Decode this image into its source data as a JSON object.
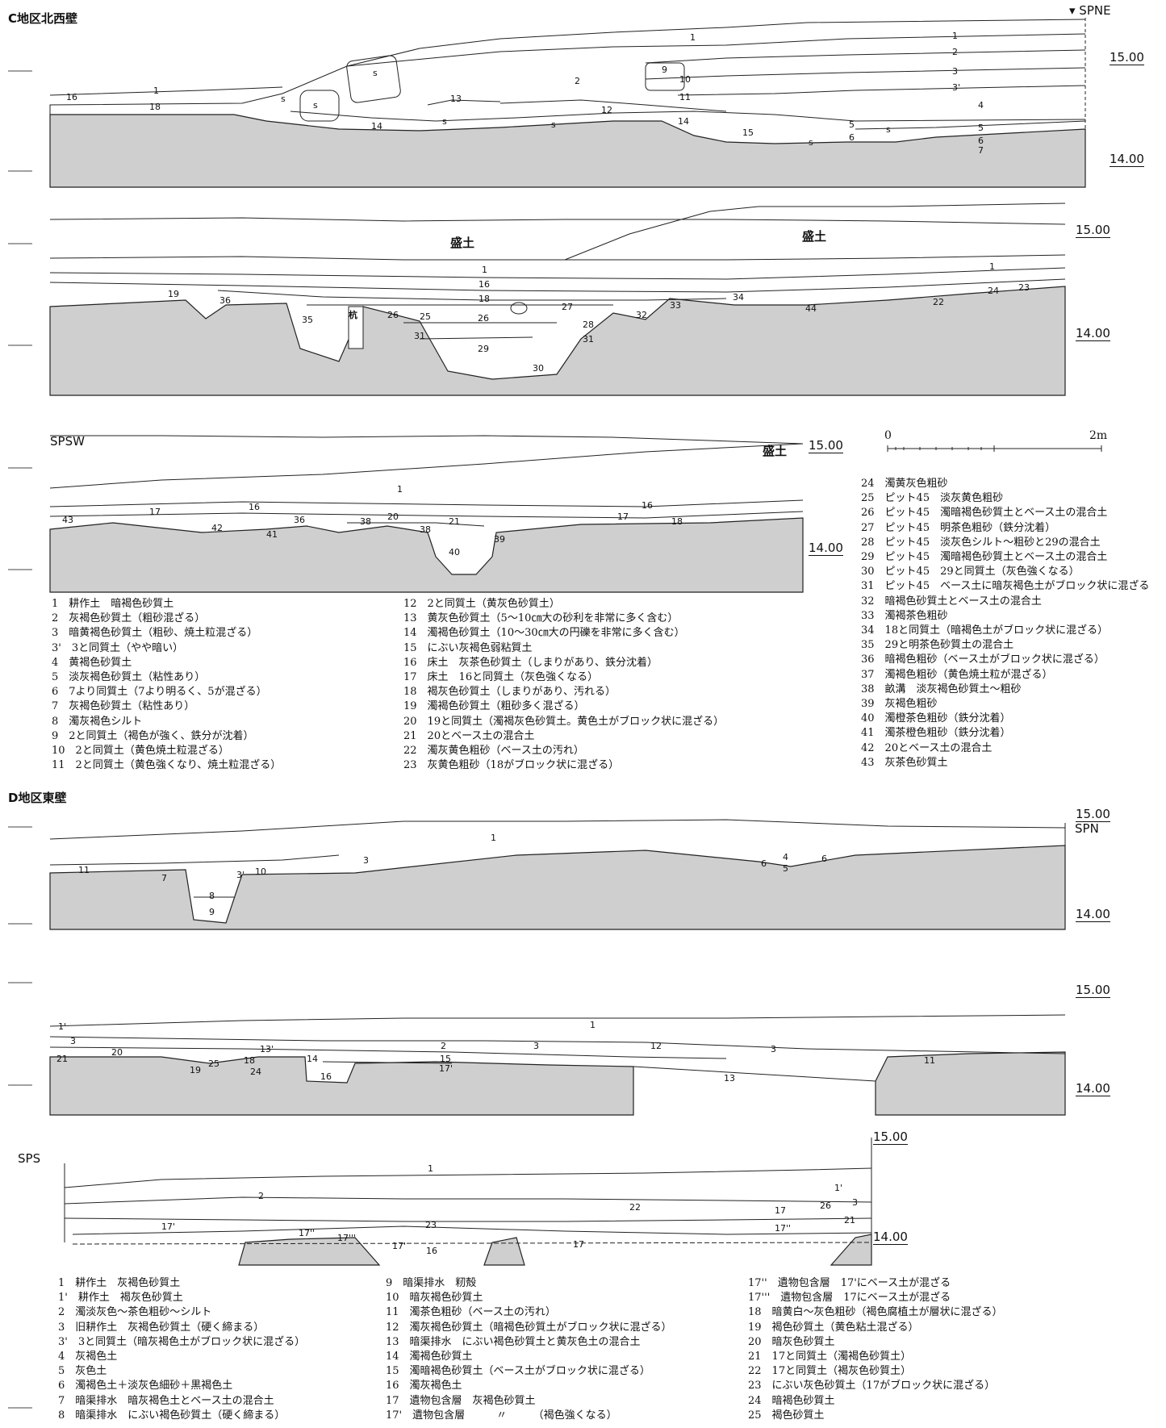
{
  "sections": {
    "c": {
      "title": "C地区北西壁"
    },
    "d": {
      "title": "D地区東壁"
    }
  },
  "points": {
    "spne": "▾ SPNE",
    "spsw": "SPSW",
    "spn": "SPN",
    "sps": "SPS"
  },
  "elev": {
    "e15": "15.00",
    "e14": "14.00"
  },
  "fill_label": "盛土",
  "stake_label": "杭",
  "scale": {
    "zero": "0",
    "two": "2m"
  },
  "layer_labels": {
    "p1": [
      "1",
      "1",
      "2",
      "3",
      "3'",
      "4",
      "5",
      "5",
      "6",
      "6",
      "7",
      "9",
      "10",
      "11",
      "12",
      "13",
      "14",
      "14",
      "15",
      "16",
      "18",
      "2",
      "1",
      "s",
      "s",
      "s",
      "s",
      "s",
      "s",
      "s"
    ],
    "p2": [
      "1",
      "16",
      "18",
      "19",
      "36",
      "35",
      "26",
      "25",
      "26",
      "27",
      "28",
      "31",
      "31",
      "29",
      "30",
      "32",
      "33",
      "34",
      "44",
      "22",
      "24",
      "23",
      "1"
    ],
    "p3": [
      "1",
      "17",
      "16",
      "16",
      "17",
      "18",
      "43",
      "42",
      "41",
      "36",
      "38",
      "20",
      "21",
      "38",
      "39",
      "40"
    ],
    "p4": [
      "1",
      "11",
      "7",
      "3'",
      "10",
      "8",
      "9",
      "3",
      "6",
      "4",
      "5",
      "6"
    ],
    "p5": [
      "1'",
      "1",
      "3",
      "21",
      "20",
      "19",
      "25",
      "18",
      "24",
      "13'",
      "14",
      "16",
      "2",
      "15",
      "17'",
      "3",
      "12",
      "3",
      "11",
      "13"
    ],
    "p6": [
      "1",
      "1'",
      "2",
      "17'",
      "17''",
      "17'''",
      "23",
      "16",
      "17'",
      "17",
      "22",
      "17",
      "17''",
      "26",
      "3",
      "21"
    ]
  },
  "legend_c1": [
    "1　耕作土　暗褐色砂質土",
    "2　灰褐色砂質土（粗砂混ざる）",
    "3　暗黄褐色砂質土（粗砂、焼土粒混ざる）",
    "3'　3と同質土（やや暗い）",
    "4　黄褐色砂質土",
    "5　淡灰褐色砂質土（粘性あり）",
    "6　7より同質土（7より明るく、5が混ざる）",
    "7　灰褐色砂質土（粘性あり）",
    "8　濁灰褐色シルト",
    "9　2と同質土（褐色が強く、鉄分が沈着）",
    "10　2と同質土（黄色焼土粒混ざる）",
    "11　2と同質土（黄色強くなり、焼土粒混ざる）"
  ],
  "legend_c2": [
    "12　2と同質土（黄灰色砂質土）",
    "13　黄灰色砂質土（5～10㎝大の砂利を非常に多く含む）",
    "14　濁褐色砂質土（10～30㎝大の円礫を非常に多く含む）",
    "15　にぶい灰褐色弱粘質土",
    "16　床土　灰茶色砂質土（しまりがあり、鉄分沈着）",
    "17　床土　16と同質土（灰色強くなる）",
    "18　褐灰色砂質土（しまりがあり、汚れる）",
    "19　濁褐色砂質土（粗砂多く混ざる）",
    "20　19と同質土（濁褐灰色砂質土。黄色土がブロック状に混ざる）",
    "21　20とベース土の混合土",
    "22　濁灰黄色粗砂（ベース土の汚れ）",
    "23　灰黄色粗砂（18がブロック状に混ざる）"
  ],
  "legend_c3": [
    "24　濁黄灰色粗砂",
    "25　ピット45　淡灰黄色粗砂",
    "26　ピット45　濁暗褐色砂質土とベース土の混合土",
    "27　ピット45　明茶色粗砂（鉄分沈着）",
    "28　ピット45　淡灰色シルト～粗砂と29の混合土",
    "29　ピット45　濁暗褐色砂質土とベース土の混合土",
    "30　ピット45　29と同質土（灰色強くなる）",
    "31　ピット45　ベース土に暗灰褐色土がブロック状に混ざる",
    "32　暗褐色砂質土とベース土の混合土",
    "33　濁褐茶色粗砂",
    "34　18と同質土（暗褐色土がブロック状に混ざる）",
    "35　29と明茶色砂質土の混合土",
    "36　暗褐色粗砂（ベース土がブロック状に混ざる）",
    "37　濁褐色粗砂（黄色焼土粒が混ざる）",
    "38　畝溝　淡灰褐色砂質土～粗砂",
    "39　灰褐色粗砂",
    "40　濁橙茶色粗砂（鉄分沈着）",
    "41　濁茶橙色粗砂（鉄分沈着）",
    "42　20とベース土の混合土",
    "43　灰茶色砂質土"
  ],
  "legend_d1": [
    "1　耕作土　灰褐色砂質土",
    "1'　耕作土　褐灰色砂質土",
    "2　濁淡灰色～茶色粗砂～シルト",
    "3　旧耕作土　灰褐色砂質土（硬く締まる）",
    "3'　3と同質土（暗灰褐色土がブロック状に混ざる）",
    "4　灰褐色土",
    "5　灰色土",
    "6　濁褐色土＋淡灰色細砂＋黒褐色土",
    "7　暗渠排水　暗灰褐色土とベース土の混合土",
    "8　暗渠排水　にぶい褐色砂質土（硬く締まる）"
  ],
  "legend_d2": [
    "9　暗渠排水　籾殻",
    "10　暗灰褐色砂質土",
    "11　濁茶色粗砂（ベース土の汚れ）",
    "12　濁灰褐色砂質土（暗褐色砂質土がブロック状に混ざる）",
    "13　暗渠排水　にぶい褐色砂質土と黄灰色土の混合土",
    "14　濁褐色砂質土",
    "15　濁暗褐色砂質土（ベース土がブロック状に混ざる）",
    "16　濁灰褐色土",
    "17　遺物包含層　灰褐色砂質土",
    "17'　遺物包含層　　　〃　　　（褐色強くなる）"
  ],
  "legend_d3": [
    "17''　遺物包含層　17'にベース土が混ざる",
    "17'''　遺物包含層　17にベース土が混ざる",
    "18　暗黄白～灰色粗砂（褐色腐植土が層状に混ざる）",
    "19　褐色砂質土（黄色粘土混ざる）",
    "20　暗灰色砂質土",
    "21　17と同質土（濁褐色砂質土）",
    "22　17と同質土（褐灰色砂質土）",
    "23　にぶい灰色砂質土（17がブロック状に混ざる）",
    "24　暗褐色砂質土",
    "25　褐色砂質土"
  ]
}
